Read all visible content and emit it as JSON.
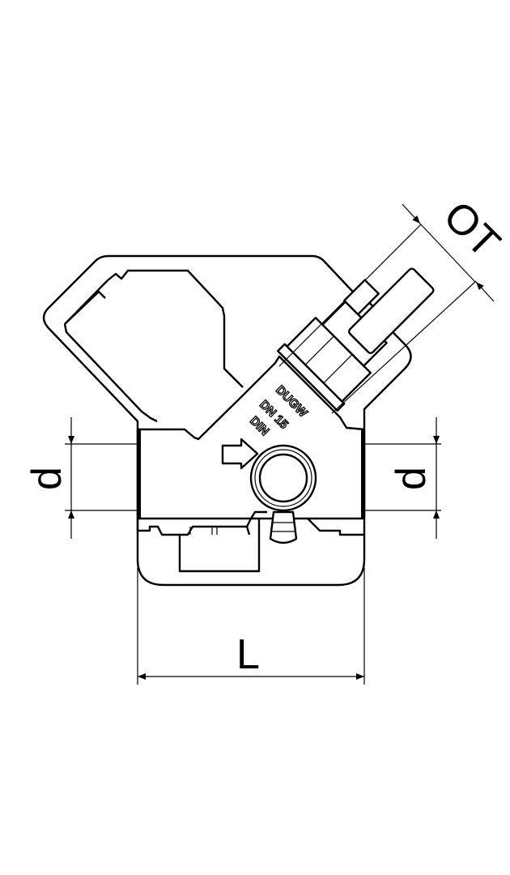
{
  "drawing": {
    "dimensions": {
      "left_diameter": "d",
      "right_diameter": "d",
      "length": "L",
      "outlet_thread": "OT"
    },
    "body_markings": {
      "line1": "DUGW",
      "line2": "DN 15",
      "line3": "DIN"
    },
    "line_color": "#000000",
    "background_color": "#ffffff"
  }
}
